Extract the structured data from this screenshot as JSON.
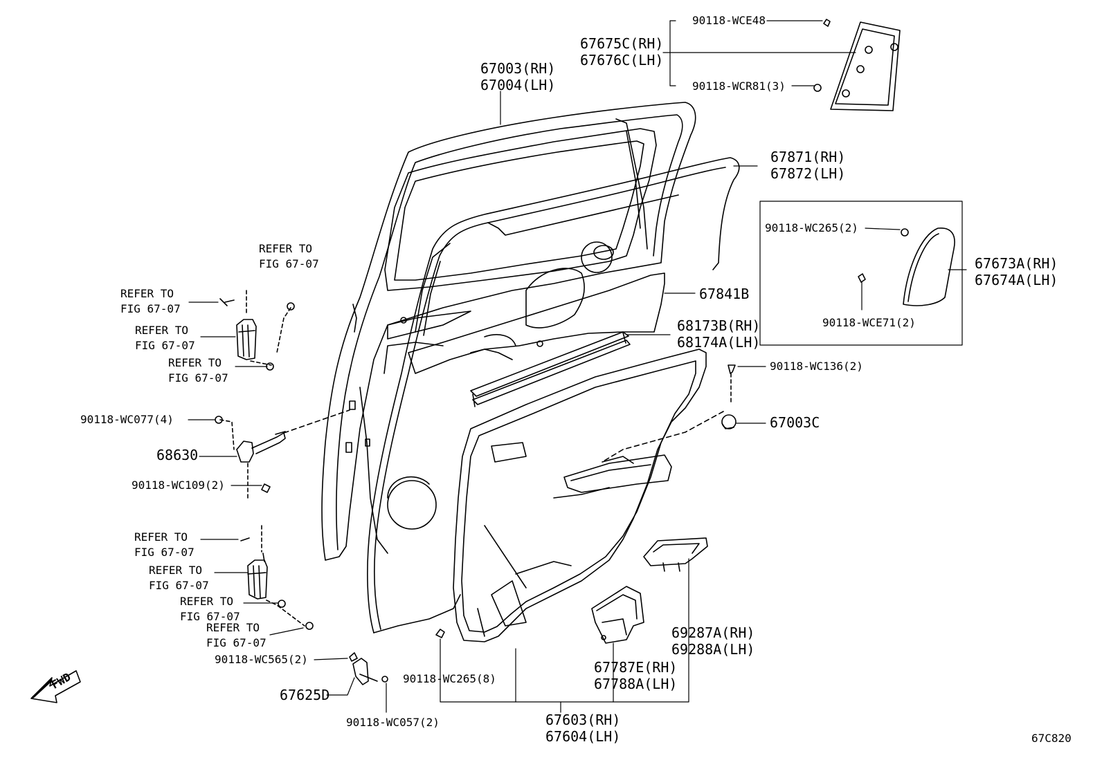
{
  "diagram_code": "67C820",
  "fwd_label": "FWD",
  "labels": {
    "p90118_wce48": "90118-WCE48",
    "p67675c_rh": "67675C(RH)",
    "p67676c_lh": "67676C(LH)",
    "p90118_wcr81": "90118-WCR81(3)",
    "p67003_rh": "67003(RH)",
    "p67004_lh": "67004(LH)",
    "p67871_rh": "67871(RH)",
    "p67872_lh": "67872(LH)",
    "p90118_wc265_a": "90118-WC265(2)",
    "p67673a_rh": "67673A(RH)",
    "p67674a_lh": "67674A(LH)",
    "p90118_wce71": "90118-WCE71(2)",
    "p67841b": "67841B",
    "p68173b_rh": "68173B(RH)",
    "p68174a_lh": "68174A(LH)",
    "p90118_wc136": "90118-WC136(2)",
    "p67003c": "67003C",
    "refer_to": "REFER TO",
    "fig_67_07": "FIG 67-07",
    "p90118_wc077": "90118-WC077(4)",
    "p68630": "68630",
    "p90118_wc109": "90118-WC109(2)",
    "p90118_wc565": "90118-WC565(2)",
    "p67625d": "67625D",
    "p90118_wc057": "90118-WC057(2)",
    "p90118_wc265_b": "90118-WC265(8)",
    "p67787e_rh": "67787E(RH)",
    "p67788a_lh": "67788A(LH)",
    "p69287a_rh": "69287A(RH)",
    "p69288a_lh": "69288A(LH)",
    "p67603_rh": "67603(RH)",
    "p67604_lh": "67604(LH)"
  }
}
